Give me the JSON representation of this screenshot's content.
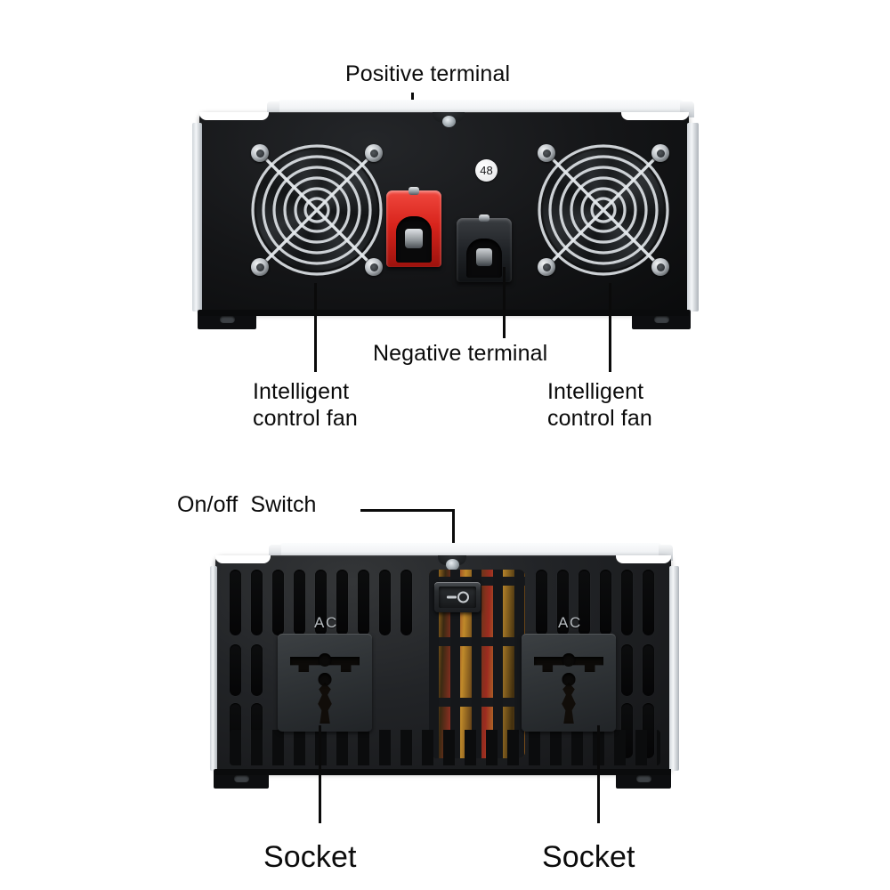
{
  "page": {
    "background": "#ffffff",
    "accent_positive": "#d8241c",
    "accent_negative": "#1b1d20",
    "text_color": "#0b0b0b"
  },
  "top_view": {
    "view_name": "rear panel",
    "labels": {
      "positive_terminal": "Positive terminal",
      "negative_terminal": "Negative terminal",
      "fan_left_line1": "Intelligent",
      "fan_left_line2": "control fan",
      "fan_right_line1": "Intelligent",
      "fan_right_line2": "control fan"
    },
    "badge": "48",
    "terminals": [
      {
        "name": "positive",
        "color": "#d8241c"
      },
      {
        "name": "negative",
        "color": "#1b1d20"
      }
    ],
    "fans": [
      {
        "name": "left-fan",
        "rings": 6
      },
      {
        "name": "right-fan",
        "rings": 6
      }
    ]
  },
  "bottom_view": {
    "view_name": "front panel",
    "labels": {
      "switch": "On/off  Switch",
      "socket_left": "Socket",
      "socket_right": "Socket"
    },
    "sockets": [
      {
        "name": "socket-left",
        "marking": "AC"
      },
      {
        "name": "socket-right",
        "marking": "AC"
      }
    ],
    "switch": {
      "on_marking": "—",
      "off_marking": "O"
    }
  }
}
